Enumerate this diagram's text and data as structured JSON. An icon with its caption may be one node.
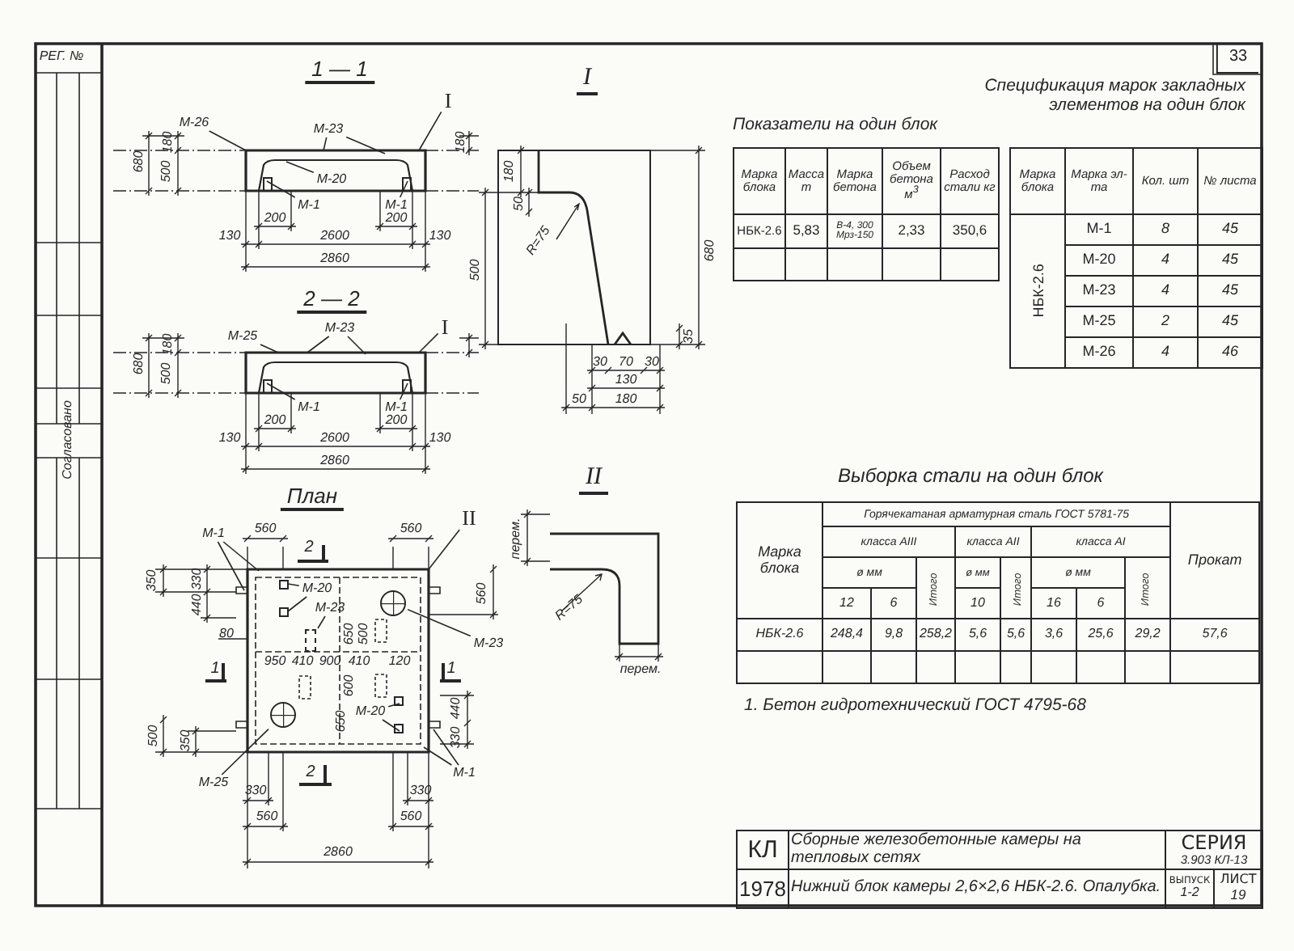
{
  "diagram": {
    "nodes": [
      {
        "text": [
          "I"
        ]
      },
      {
        "text": [
          "М-26"
        ]
      },
      {
        "text": [
          "М-23"
        ]
      },
      {
        "text": [
          "М-20"
        ]
      },
      {
        "text": [
          "М-1"
        ]
      },
      {
        "text": [
          "М-1"
        ]
      },
      {
        "text": [
          "I"
        ]
      },
      {
        "text": [
          "М-25"
        ]
      },
      {
        "text": [
          "М-23"
        ]
      },
      {
        "text": [
          "М-1"
        ]
      },
      {
        "text": [
          "М-1"
        ]
      },
      {
        "text": [
          "М-1"
        ]
      },
      {
        "text": [
          "II"
        ]
      },
      {
        "text": [
          "М-20"
        ]
      },
      {
        "text": [
          "М-23"
        ]
      },
      {
        "text": [
          "М-23"
        ]
      },
      {
        "text": [
          "М-20"
        ]
      },
      {
        "text": [
          "М-25"
        ]
      },
      {
        "text": [
          "М-1"
        ]
      },
      {
        "text": [],
        "shape": "circle"
      },
      {
        "text": [],
        "shape": "box"
      },
      {
        "text": [],
        "shape": "circle"
      }
    ],
    "edges": [
      {
        "from": 0,
        "to": null,
        "arrow": "none"
      },
      {
        "from": 1,
        "to": null,
        "arrow": "none"
      },
      {
        "from": 2,
        "to": null,
        "arrow": "none"
      },
      {
        "from": 2,
        "to": null,
        "arrow": "none"
      },
      {
        "from": 3,
        "to": null,
        "arrow": "none"
      },
      {
        "from": 4,
        "to": null,
        "arrow": "none"
      },
      {
        "from": 5,
        "to": null,
        "arrow": "none"
      },
      {
        "from": 6,
        "to": null,
        "arrow": "none"
      },
      {
        "from": 7,
        "to": null,
        "arrow": "none"
      },
      {
        "from": 8,
        "to": null,
        "arrow": "none"
      },
      {
        "from": 8,
        "to": null,
        "arrow": "none"
      },
      {
        "from": 9,
        "to": null,
        "arrow": "none"
      },
      {
        "from": 10,
        "to": null,
        "arrow": "none"
      },
      {
        "from": 11,
        "to": null,
        "arrow": "none"
      },
      {
        "from": 11,
        "to": null,
        "arrow": "none"
      },
      {
        "from": 12,
        "to": null,
        "arrow": "none"
      },
      {
        "from": 13,
        "to": null,
        "arrow": "none"
      },
      {
        "from": 13,
        "to": null,
        "arrow": "none"
      },
      {
        "from": 14,
        "to": 20,
        "arrow": "none"
      },
      {
        "from": 15,
        "to": 19,
        "arrow": "none"
      },
      {
        "from": 16,
        "to": null,
        "arrow": "none"
      },
      {
        "from": 16,
        "to": null,
        "arrow": "none"
      },
      {
        "from": 17,
        "to": 21,
        "arrow": "none"
      },
      {
        "from": 18,
        "to": null,
        "arrow": "none"
      },
      {
        "from": 18,
        "to": null,
        "arrow": "none"
      }
    ],
    "labels": [
      "РЕГ. №",
      "Согласовано",
      "33",
      "1 — 1",
      "180",
      "500",
      "680",
      "180",
      "200",
      "200",
      "130",
      "2600",
      "130",
      "2860",
      "I",
      "180",
      "50",
      "R=75",
      "500",
      "680",
      "35",
      "30",
      "70",
      "30",
      "130",
      "50",
      "180",
      "2 — 2",
      "180",
      "500",
      "680",
      "200",
      "200",
      "130",
      "2600",
      "130",
      "2860",
      "План",
      "560",
      "560",
      "2",
      "350",
      "330",
      "440",
      "80",
      "560",
      "950",
      "410",
      "900",
      "410",
      "120",
      "650",
      "500",
      "1",
      "1",
      "600",
      "650",
      "500",
      "350",
      "440",
      "330",
      "2",
      "330",
      "330",
      "560",
      "560",
      "2860",
      "II",
      "перем.",
      "R=75",
      "перем.",
      "Показатели на один блок",
      "Марка блока",
      "Масса т",
      "Марка бетона",
      "Объем бетона м$^{3}$",
      "Расход стали кг",
      "НБК-2.6",
      "5,83",
      "В-4, 300 Мрз-150",
      "2,33",
      "350,6",
      "Спецификация марок закладных элементов на один блок",
      "Марка блока",
      "Марка эл-та",
      "Кол. шт",
      "№ листа",
      "НБК-2.6",
      "М-1",
      "8",
      "45",
      "М-20",
      "4",
      "45",
      "М-23",
      "4",
      "45",
      "М-25",
      "2",
      "45",
      "М-26",
      "4",
      "46",
      "Выборка стали на один блок",
      "Марка блока",
      "Горячекатаная арматурная сталь ГОСТ 5781-75",
      "Прокат",
      "класса АIII",
      "класса АII",
      "класса АI",
      "ø мм",
      "Итого",
      "ø мм",
      "Итого",
      "ø мм",
      "Итого",
      "12",
      "6",
      "10",
      "16",
      "6",
      "НБК-2.6",
      "248,4",
      "9,8",
      "258,2",
      "5,6",
      "5,6",
      "3,6",
      "25,6",
      "29,2",
      "57,6",
      "1. Бетон гидротехнический ГОСТ 4795-68",
      "КЛ",
      "Сборные железобетонные камеры на тепловых сетях",
      "СЕРИЯ",
      "3.903 КЛ-13",
      "1978",
      "Нижний блок камеры 2,6×2,6 НБК-2.6. Опалубка.",
      "ВЫПУСК",
      "1-2",
      "ЛИСТ",
      "19"
    ]
  }
}
